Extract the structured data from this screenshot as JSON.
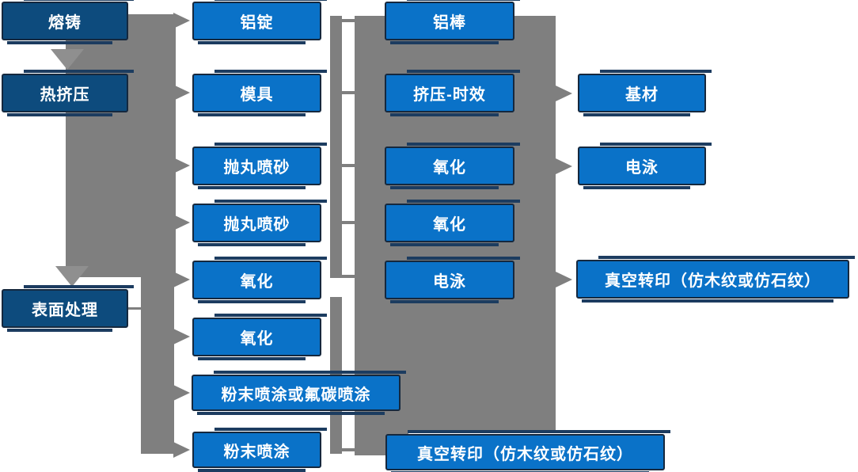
{
  "diagram": {
    "kind": "process-flowchart",
    "language": "zh-CN",
    "colors": {
      "box_bright_blue": "#0a72c8",
      "box_dark_blue": "#0d4b7d",
      "box_edge": "#15283e",
      "box_accent": "#1c3c60",
      "connector_gray": "#7f7f7f",
      "connector_gray_light": "#8f8f8f",
      "text": "#ffffff",
      "background": "#ffffff"
    }
  },
  "nodes": [
    {
      "id": "rongzhu",
      "label": "熔铸",
      "style": "dark"
    },
    {
      "id": "rejiya",
      "label": "热挤压",
      "style": "dark"
    },
    {
      "id": "biaomianchuli",
      "label": "表面处理",
      "style": "dark"
    },
    {
      "id": "lvding",
      "label": "铝锭",
      "style": "bright"
    },
    {
      "id": "muju",
      "label": "模具",
      "style": "bright"
    },
    {
      "id": "paowan-pensha-1",
      "label": "抛丸喷砂",
      "style": "bright"
    },
    {
      "id": "paowan-pensha-2",
      "label": "抛丸喷砂",
      "style": "bright"
    },
    {
      "id": "yanghua-1",
      "label": "氧化",
      "style": "bright"
    },
    {
      "id": "yanghua-2",
      "label": "氧化",
      "style": "bright"
    },
    {
      "id": "fenmo-futan",
      "label": "粉末喷涂或氟碳喷涂",
      "style": "bright"
    },
    {
      "id": "fenmo-pentu",
      "label": "粉末喷涂",
      "style": "bright"
    },
    {
      "id": "lvbang",
      "label": "铝棒",
      "style": "bright"
    },
    {
      "id": "jiya-shixiao",
      "label": "挤压-时效",
      "style": "bright"
    },
    {
      "id": "yanghua-3",
      "label": "氧化",
      "style": "bright"
    },
    {
      "id": "yanghua-4",
      "label": "氧化",
      "style": "bright"
    },
    {
      "id": "dianyong-1",
      "label": "电泳",
      "style": "bright"
    },
    {
      "id": "zhenkong-bottom",
      "label": "真空转印（仿木纹或仿石纹）",
      "style": "bright"
    },
    {
      "id": "jicai",
      "label": "基材",
      "style": "bright"
    },
    {
      "id": "dianyong-2",
      "label": "电泳",
      "style": "bright"
    },
    {
      "id": "zhenkong-right",
      "label": "真空转印（仿木纹或仿石纹）",
      "style": "bright"
    }
  ]
}
